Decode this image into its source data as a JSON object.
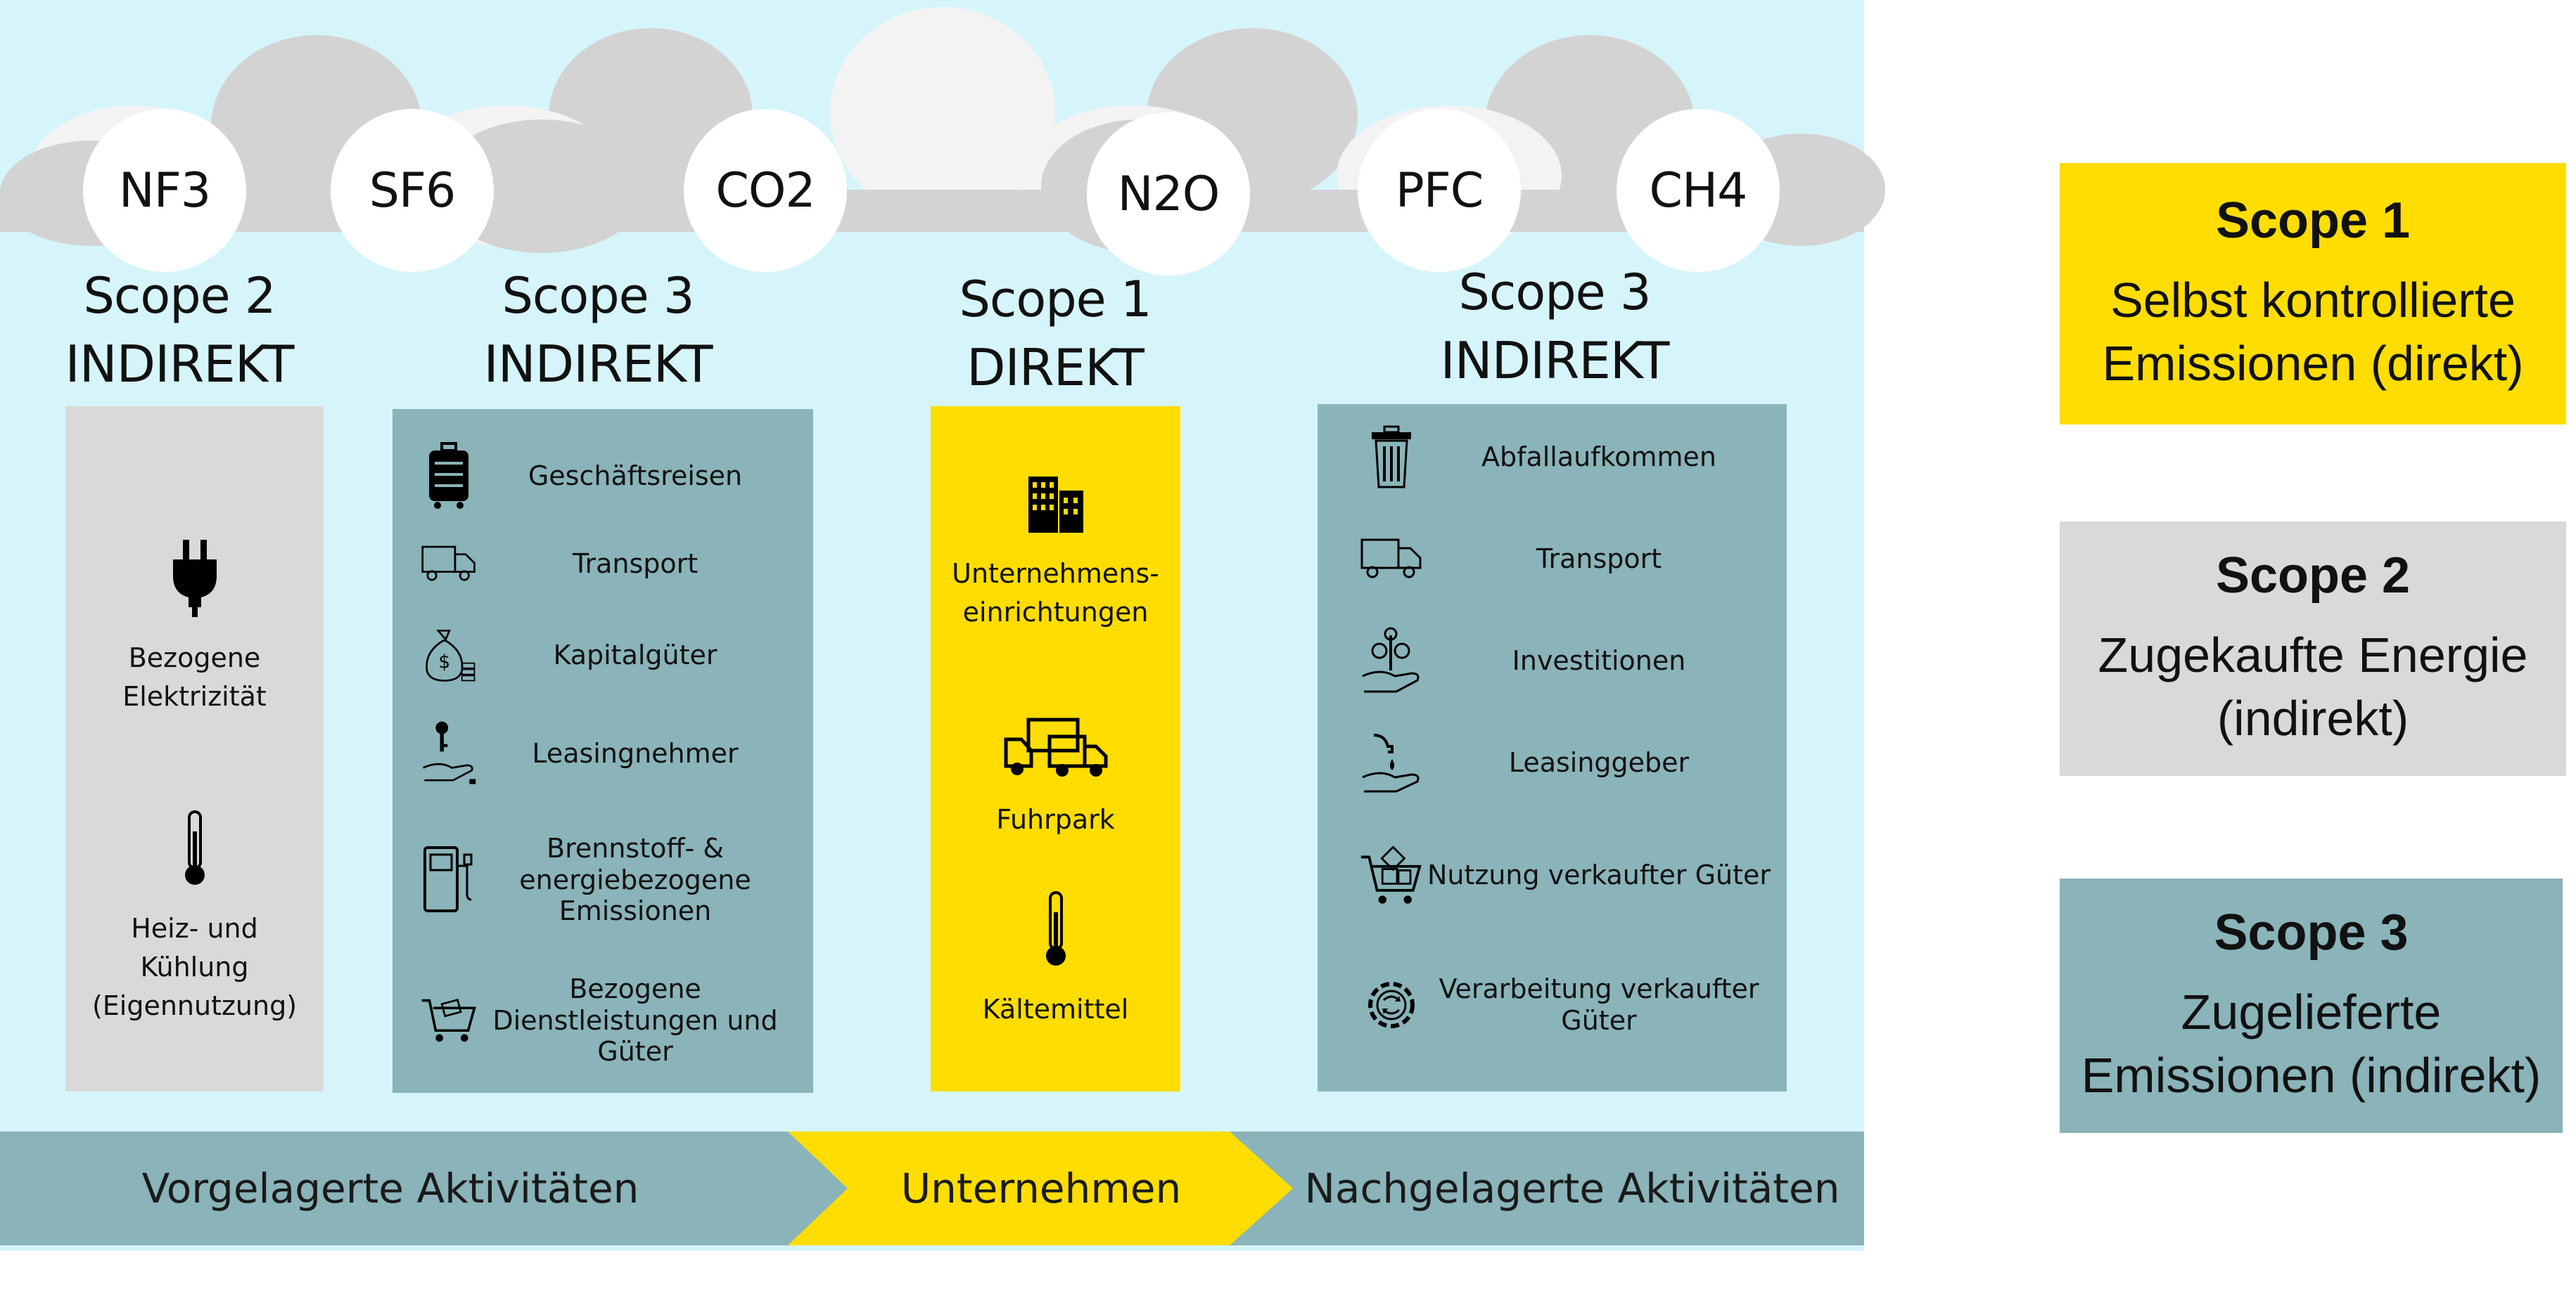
{
  "gases": [
    "NF3",
    "SF6",
    "CO2",
    "N2O",
    "PFC",
    "CH4"
  ],
  "columns": {
    "scope2": {
      "scope": "Scope 2",
      "type": "INDIREKT",
      "items": [
        {
          "icon": "plug-icon",
          "label": "Bezogene Elektrizität"
        },
        {
          "icon": "thermometer-icon",
          "label": "Heiz- und Kühlung (Eigennutzung)"
        }
      ]
    },
    "scope3_up": {
      "scope": "Scope 3",
      "type": "INDIREKT",
      "items": [
        {
          "icon": "luggage-icon",
          "label": "Geschäftsreisen"
        },
        {
          "icon": "truck-icon",
          "label": "Transport"
        },
        {
          "icon": "money-bag-icon",
          "label": "Kapitalgüter"
        },
        {
          "icon": "keys-hand-icon",
          "label": "Leasingnehmer"
        },
        {
          "icon": "fuel-pump-icon",
          "label": "Brennstoff- & energiebezogene Emissionen"
        },
        {
          "icon": "shopping-cart-icon",
          "label": "Bezogene Dienstleistungen und Güter"
        }
      ]
    },
    "scope1": {
      "scope": "Scope 1",
      "type": "DIREKT",
      "items": [
        {
          "icon": "buildings-icon",
          "label": "Unternehmens-einrichtungen"
        },
        {
          "icon": "fleet-trucks-icon",
          "label": "Fuhrpark"
        },
        {
          "icon": "thermometer-icon",
          "label": "Kältemittel"
        }
      ]
    },
    "scope3_down": {
      "scope": "Scope 3",
      "type": "INDIREKT",
      "items": [
        {
          "icon": "trash-can-icon",
          "label": "Abfallaufkommen"
        },
        {
          "icon": "truck-icon",
          "label": "Transport"
        },
        {
          "icon": "plant-hand-icon",
          "label": "Investitionen"
        },
        {
          "icon": "hand-drop-icon",
          "label": "Leasinggeber"
        },
        {
          "icon": "cart-boxes-icon",
          "label": "Nutzung verkaufter Güter"
        },
        {
          "icon": "gear-cycle-icon",
          "label": "Verarbeitung verkaufter Güter"
        }
      ]
    }
  },
  "value_chain": {
    "upstream": "Vorgelagerte Aktivitäten",
    "company": "Unternehmen",
    "downstream": "Nachgelagerte Aktivitäten"
  },
  "legend": [
    {
      "title": "Scope 1",
      "line1": "Selbst kontrollierte",
      "line2": "Emissionen (direkt)",
      "color": "#ffdd00"
    },
    {
      "title": "Scope 2",
      "line1": "Zugekaufte Energie",
      "line2": "(indirekt)",
      "color": "#d9d9d9"
    },
    {
      "title": "Scope 3",
      "line1": "Zugelieferte",
      "line2": "Emissionen (indirekt)",
      "color": "#8ab4b9"
    }
  ],
  "colors": {
    "sky": "#d6f5fb",
    "teal": "#8ab4b9",
    "yellow": "#ffdd00",
    "grey": "#d9d9d9"
  }
}
